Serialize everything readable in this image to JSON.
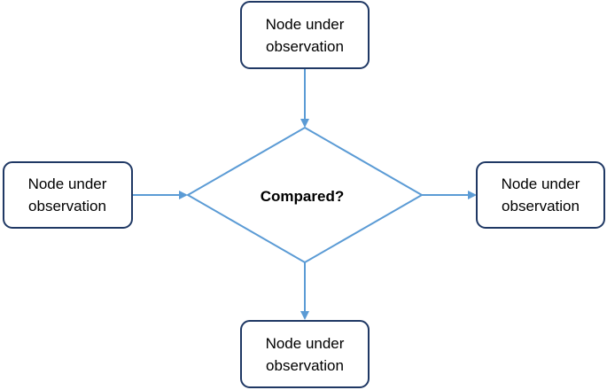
{
  "decision": {
    "label": "Compared?"
  },
  "nodes": {
    "top": {
      "line1": "Node under",
      "line2": "observation"
    },
    "left": {
      "line1": "Node under",
      "line2": "observation"
    },
    "right": {
      "line1": "Node under",
      "line2": "observation"
    },
    "bottom": {
      "line1": "Node under",
      "line2": "observation"
    }
  },
  "colors": {
    "node_border": "#1f3864",
    "connector": "#5b9bd5",
    "decision_border": "#5b9bd5"
  }
}
